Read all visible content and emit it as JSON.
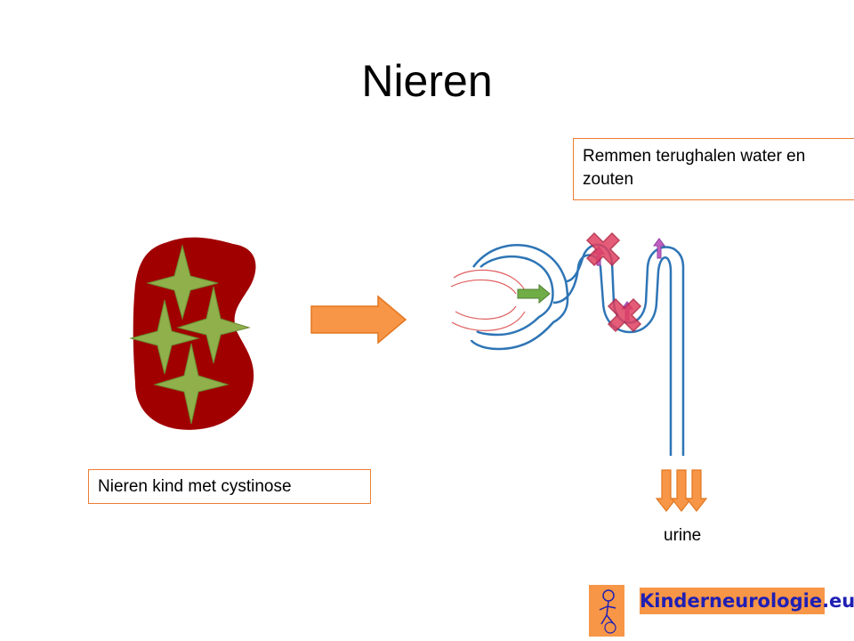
{
  "title": "Nieren",
  "labels": {
    "remmen": "Remmen terughalen water en zouten",
    "kind": "Nieren kind met cystinose",
    "urine": "urine"
  },
  "logo": {
    "text": "Kinderneurologie.eu",
    "icon": "child-figure-icon"
  },
  "colors": {
    "kidney": "#a00000",
    "crystal": "#8fb04a",
    "arrow": "#f79646",
    "tubule": "#2e75b6",
    "glomerulus": "#e06060",
    "cross": "#e04060",
    "up_arrow": "#c060c0",
    "green_arrow": "#70ad47"
  }
}
